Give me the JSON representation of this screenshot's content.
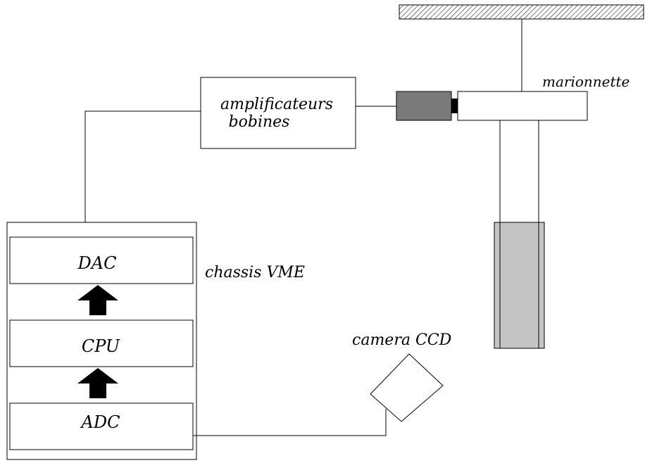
{
  "labels": {
    "amplifiers_line1": "amplificateurs",
    "amplifiers_line2": "bobines",
    "marionette": "marionnette",
    "chassis": "chassis VME",
    "dac": "DAC",
    "cpu": "CPU",
    "adc": "ADC",
    "camera": "camera CCD"
  },
  "colors": {
    "stroke": "#000000",
    "actuator_fill": "#7a7a7a",
    "mass_fill": "#c4c4c4",
    "arrow_fill": "#000000",
    "hatch": "#000000"
  }
}
